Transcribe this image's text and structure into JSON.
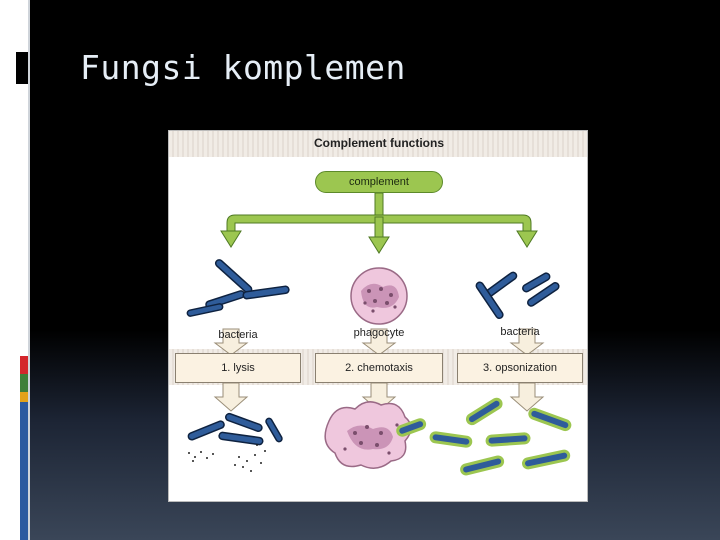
{
  "slide": {
    "title": "Fungsi komplemen",
    "accent_colors": [
      "#d4262c",
      "#3f7f38",
      "#e3a21a",
      "#2c5aa0"
    ]
  },
  "figure": {
    "title": "Complement functions",
    "source_label": "complement",
    "targets": [
      {
        "label": "bacteria"
      },
      {
        "label": "phagocyte"
      },
      {
        "label": "bacteria"
      }
    ],
    "steps": [
      {
        "label": "1. lysis"
      },
      {
        "label": "2. chemotaxis"
      },
      {
        "label": "3. opsonization"
      }
    ],
    "colors": {
      "arrow_green": "#9cc650",
      "bacteria_blue": "#2f5c9a",
      "opsonin_green": "#9cc650",
      "phagocyte_pink": "#e9b4d4",
      "arrow_light": "#f3ead6"
    }
  }
}
